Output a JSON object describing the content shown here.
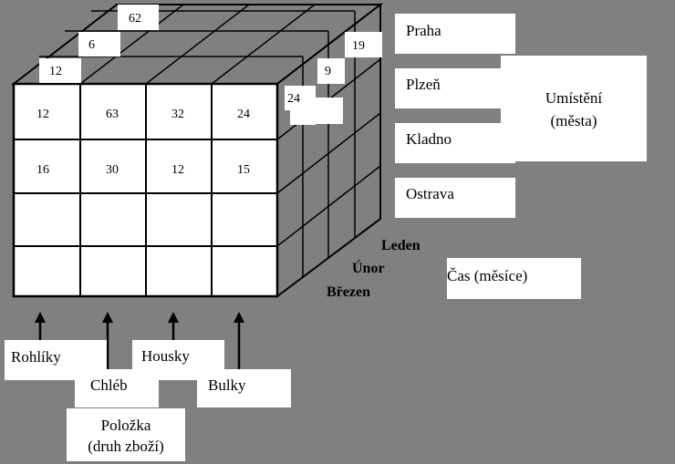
{
  "front_grid": [
    [
      "12",
      "63",
      "32",
      "24"
    ],
    [
      "16",
      "30",
      "12",
      "15"
    ],
    [
      "",
      "",
      "",
      ""
    ],
    [
      "",
      "",
      "",
      ""
    ]
  ],
  "top_values": [
    "62",
    "6",
    "12"
  ],
  "side_values": [
    "19",
    "9",
    "24"
  ],
  "cities": [
    "Praha",
    "Plzeň",
    "Kladno",
    "Ostrava"
  ],
  "location_label": [
    "Umístění",
    "(města)"
  ],
  "months": [
    "Leden",
    "Únor",
    "Březen"
  ],
  "time_label": "Čas (měsíce)",
  "products": [
    "Rohlíky",
    "Chléb",
    "Housky",
    "Bulky"
  ],
  "product_label": [
    "Položka",
    "(druh zboží)"
  ],
  "colors": {
    "background": "#808080",
    "line": "#000000",
    "box": "#ffffff"
  }
}
